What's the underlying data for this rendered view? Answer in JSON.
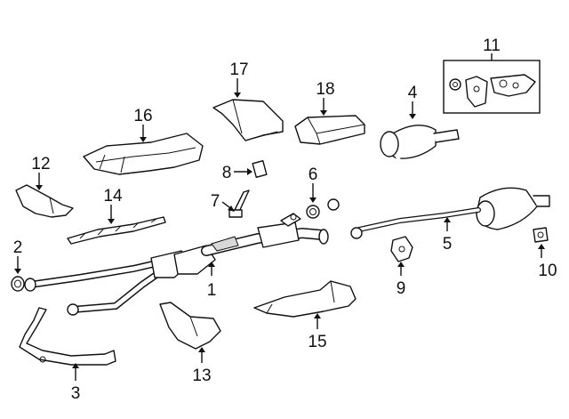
{
  "callouts": [
    {
      "id": "1",
      "label": "1"
    },
    {
      "id": "2",
      "label": "2"
    },
    {
      "id": "3",
      "label": "3"
    },
    {
      "id": "4",
      "label": "4"
    },
    {
      "id": "5",
      "label": "5"
    },
    {
      "id": "6",
      "label": "6"
    },
    {
      "id": "7",
      "label": "7"
    },
    {
      "id": "8",
      "label": "8"
    },
    {
      "id": "9",
      "label": "9"
    },
    {
      "id": "10",
      "label": "10"
    },
    {
      "id": "11",
      "label": "11"
    },
    {
      "id": "12",
      "label": "12"
    },
    {
      "id": "13",
      "label": "13"
    },
    {
      "id": "14",
      "label": "14"
    },
    {
      "id": "15",
      "label": "15"
    },
    {
      "id": "16",
      "label": "16"
    },
    {
      "id": "17",
      "label": "17"
    },
    {
      "id": "18",
      "label": "18"
    }
  ],
  "colors": {
    "line": "#111111",
    "background": "#ffffff",
    "shade": "#d8d8d8"
  }
}
